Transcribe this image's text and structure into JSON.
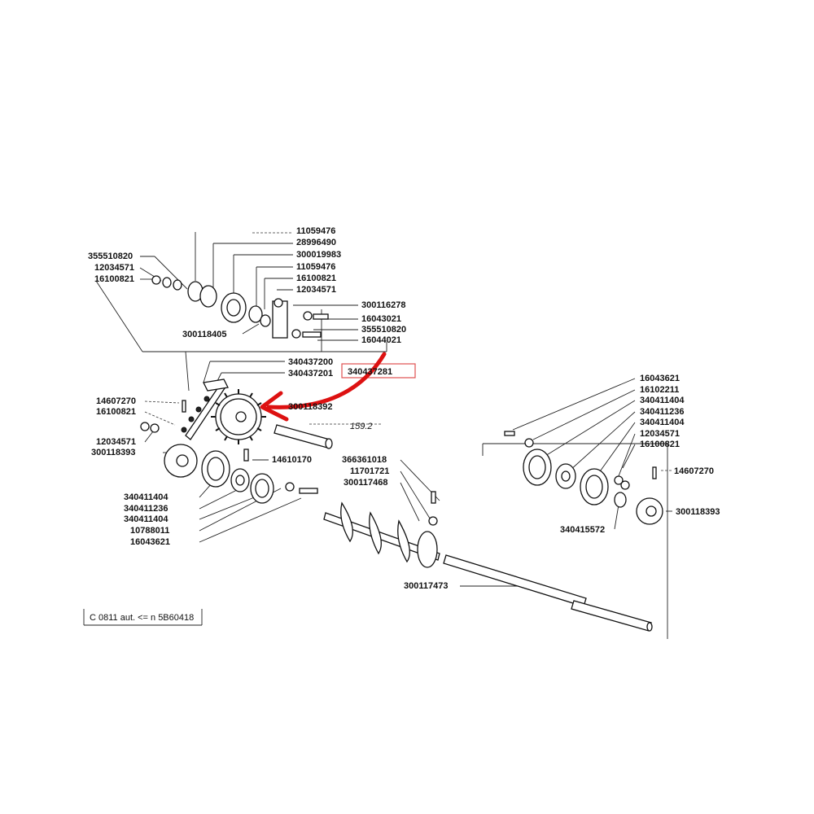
{
  "parts_left_upper": [
    "355510820",
    "12034571",
    "16100821"
  ],
  "parts_top_right": [
    "11059476",
    "28996490",
    "300019983",
    "11059476",
    "16100821",
    "12034571"
  ],
  "parts_mid_right": [
    "300116278",
    "16043021",
    "355510820",
    "16044021"
  ],
  "part_bottom_upper": "300118405",
  "chain_refs": [
    "340437200",
    "340437201"
  ],
  "highlighted_part": "340437281",
  "sprocket_ref": "300118392",
  "dimension": "159.2",
  "parts_left_mid": [
    "14607270",
    "16100821",
    "12034571",
    "300118393"
  ],
  "pin_ref": "14610170",
  "parts_left_lower": [
    "340411404",
    "340411236",
    "340411404",
    "10788011",
    "16043621"
  ],
  "parts_auger": [
    "366361018",
    "11701721",
    "300117468"
  ],
  "shaft_ref": "300117473",
  "parts_right": [
    "16043621",
    "16102211",
    "340411404",
    "340411236",
    "340411404",
    "12034571",
    "16100821"
  ],
  "right_pin": "14607270",
  "right_sprocket": "300118393",
  "right_bushing": "340415572",
  "footer": "C 0811 aut. <= n  5B60418",
  "colors": {
    "highlight_box": "#e05050",
    "arrow": "#dd1111"
  }
}
